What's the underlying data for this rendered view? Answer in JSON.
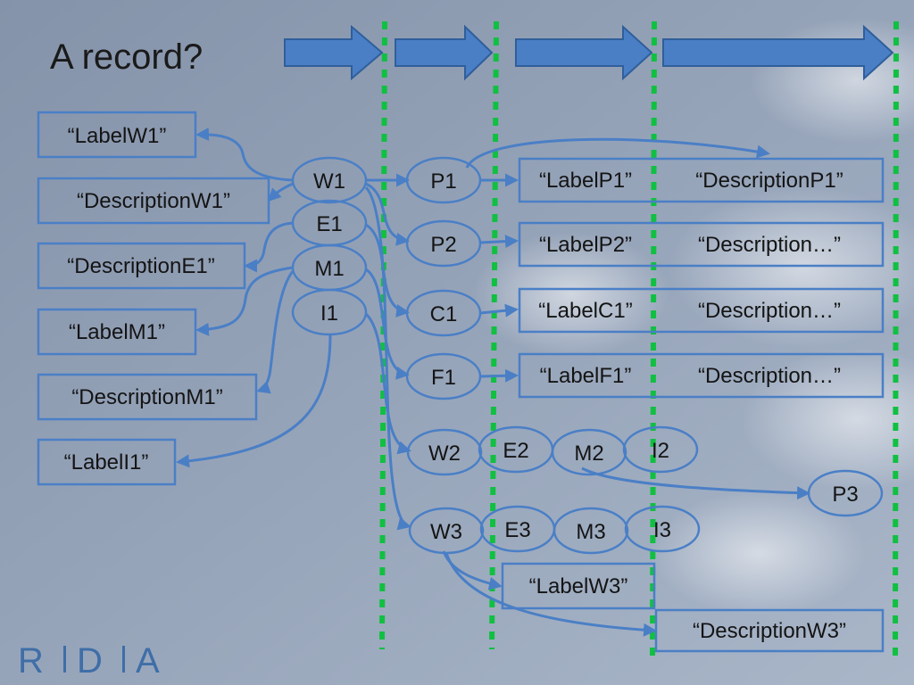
{
  "slide": {
    "title": "A record?"
  },
  "logo": {
    "letters": [
      "R",
      "D",
      "A"
    ],
    "color": "#3f6ea8"
  },
  "colors": {
    "background": "#8d9cb2",
    "arrow": "#4a7fc6",
    "box_border": "#4a7fc6",
    "divider": "#10c040",
    "connector": "#4a7fc6"
  },
  "label_boxes": [
    {
      "id": "labelw1",
      "text": "“LabelW1”"
    },
    {
      "id": "descriptionw1",
      "text": "“DescriptionW1”"
    },
    {
      "id": "descriptione1",
      "text": "“DescriptionE1”"
    },
    {
      "id": "labelm1",
      "text": "“LabelM1”"
    },
    {
      "id": "descriptionm1",
      "text": "“DescriptionM1”"
    },
    {
      "id": "labeli1",
      "text": "“LabelI1”"
    },
    {
      "id": "labelw3",
      "text": "“LabelW3”"
    },
    {
      "id": "descriptionw3",
      "text": "“DescriptionW3”"
    }
  ],
  "property_rows": [
    {
      "id": "p1",
      "label": "“LabelP1”",
      "description": "“DescriptionP1”"
    },
    {
      "id": "p2",
      "label": "“LabelP2”",
      "description": "“Description…”"
    },
    {
      "id": "c1",
      "label": "“LabelC1”",
      "description": "“Description…”"
    },
    {
      "id": "f1",
      "label": "“LabelF1”",
      "description": "“Description…”"
    }
  ],
  "nodes": [
    {
      "id": "w1",
      "text": "W1"
    },
    {
      "id": "e1",
      "text": "E1"
    },
    {
      "id": "m1",
      "text": "M1"
    },
    {
      "id": "i1",
      "text": "I1"
    },
    {
      "id": "p1",
      "text": "P1"
    },
    {
      "id": "p2",
      "text": "P2"
    },
    {
      "id": "c1",
      "text": "C1"
    },
    {
      "id": "f1",
      "text": "F1"
    },
    {
      "id": "w2",
      "text": "W2"
    },
    {
      "id": "e2",
      "text": "E2"
    },
    {
      "id": "m2",
      "text": "M2"
    },
    {
      "id": "i2",
      "text": "I2"
    },
    {
      "id": "p3",
      "text": "P3"
    },
    {
      "id": "w3",
      "text": "W3"
    },
    {
      "id": "e3",
      "text": "E3"
    },
    {
      "id": "m3",
      "text": "M3"
    },
    {
      "id": "i3",
      "text": "I3"
    }
  ]
}
